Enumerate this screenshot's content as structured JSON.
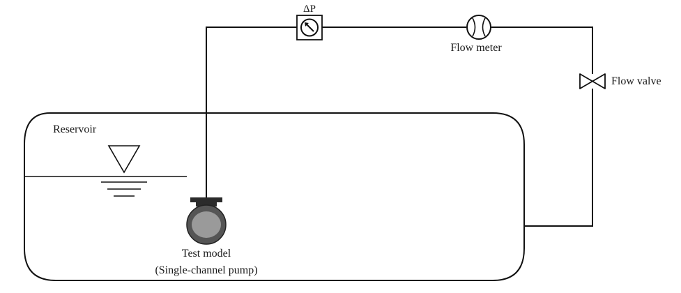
{
  "labels": {
    "reservoir": "Reservoir",
    "delta_p": "ΔP",
    "flow_meter": "Flow meter",
    "flow_valve": "Flow valve",
    "test_model": "Test model",
    "test_model_sub": "(Single-channel pump)"
  },
  "icons": [
    "water-level-icon",
    "pressure-gauge-icon",
    "flow-meter-icon",
    "flow-valve-icon",
    "pump-icon"
  ],
  "colors": {
    "line": "#111111",
    "pump_body": "#555555",
    "pump_impeller": "#9a9a9a",
    "flange": "#2b2b2b"
  }
}
